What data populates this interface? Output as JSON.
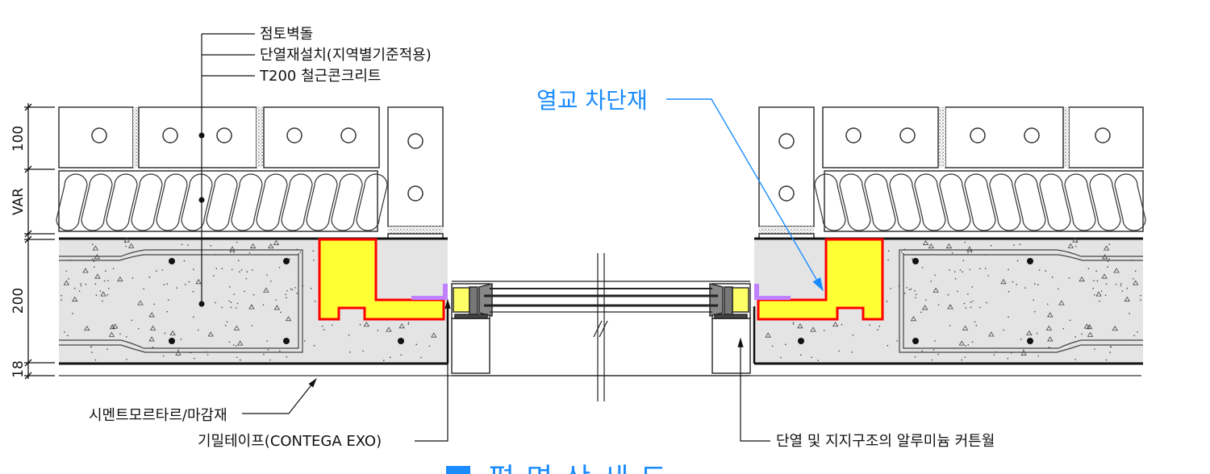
{
  "labels": {
    "brick": "점토벽돌",
    "insulation": "단열재설치(지역별기준적용)",
    "concrete": "T200 철근콘크리트",
    "thermal_break": "열교 차단재",
    "mortar": "시멘트모르타르/마감재",
    "airtight_tape": "기밀테이프(CONTEGA EXO)",
    "curtain_wall": "단열 및 지지구조의 알루미늄 커튼월"
  },
  "dimensions": [
    "100",
    "VAR",
    "200",
    "18"
  ],
  "title": "평면상세도",
  "colors": {
    "accent": "#1a8cff",
    "thermal_break_fill": "#ffff33",
    "thermal_break_stroke": "#ff0000",
    "concrete_fill": "#e4e4e4",
    "tape": "#c080ff"
  }
}
